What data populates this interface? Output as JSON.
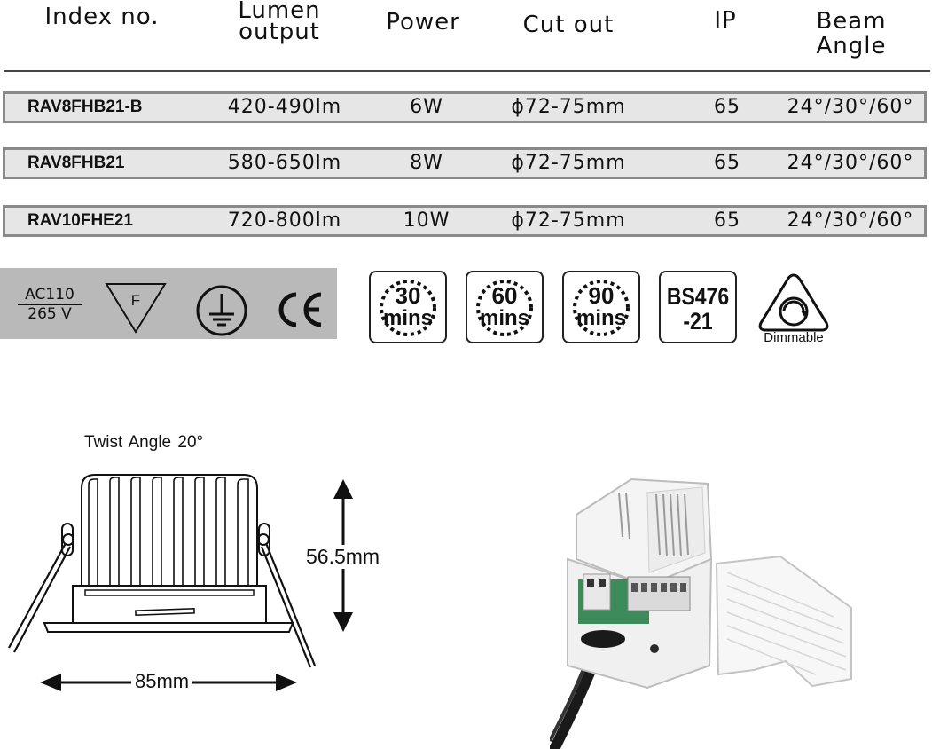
{
  "table": {
    "headers": {
      "index": "Index no.",
      "lumen_line1": "Lumen",
      "lumen_line2": "output",
      "power": "Power",
      "cutout": "Cut out",
      "ip": "IP",
      "beam_line1": "Beam",
      "beam_line2": "Angle"
    },
    "rows": [
      {
        "index": "RAV8FHB21-B",
        "lumen": "420-490lm",
        "power": "6W",
        "cutout": "ϕ72-75mm",
        "ip": "65",
        "beam": "24°/30°/60°"
      },
      {
        "index": "RAV8FHB21",
        "lumen": "580-650lm",
        "power": "8W",
        "cutout": "ϕ72-75mm",
        "ip": "65",
        "beam": "24°/30°/60°"
      },
      {
        "index": "RAV10FHE21",
        "lumen": "720-800lm",
        "power": "10W",
        "cutout": "ϕ72-75mm",
        "ip": "65",
        "beam": "24°/30°/60°"
      }
    ]
  },
  "cert": {
    "voltage_top": "AC110",
    "voltage_bottom": "265 V",
    "f_mark": "F",
    "icons": [
      "f-mark-icon",
      "earth-ground-icon",
      "ce-mark-icon"
    ]
  },
  "badges": [
    {
      "num": "30",
      "unit": "mins"
    },
    {
      "num": "60",
      "unit": "mins"
    },
    {
      "num": "90",
      "unit": "mins"
    }
  ],
  "bs_badge": {
    "line1": "BS476",
    "line2": "-21"
  },
  "dimmable": {
    "label": "Dimmable"
  },
  "drawing": {
    "twist_angle": "Twist  Angle  20°",
    "height": "56.5mm",
    "width": "85mm"
  },
  "colors": {
    "row_bg": "#e6e6e6",
    "row_border": "#8a8a8a",
    "cert_bg": "#b9b9b9",
    "driver_body": "#f2f2f2",
    "terminal_green": "#3d8a5a"
  }
}
